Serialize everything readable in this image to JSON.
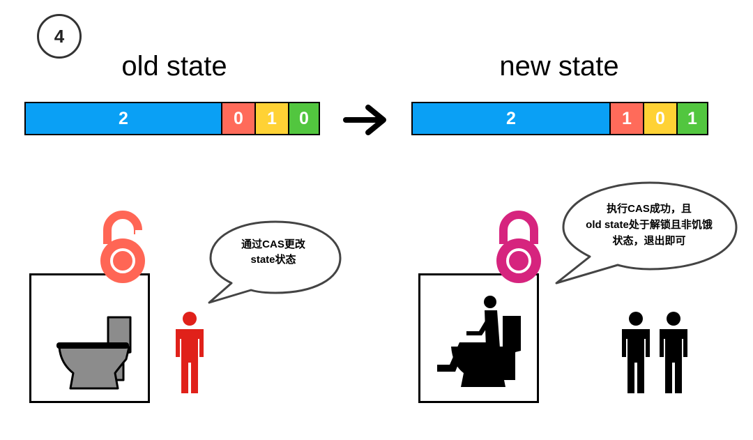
{
  "step": {
    "number": "4"
  },
  "old": {
    "heading": "old state",
    "bar": [
      {
        "value": "2",
        "color": "#0AA0F5"
      },
      {
        "value": "0",
        "color": "#FF6B5A"
      },
      {
        "value": "1",
        "color": "#FFD235"
      },
      {
        "value": "0",
        "color": "#52C63F"
      }
    ],
    "bubble": [
      "通过CAS更改",
      "state状态"
    ],
    "lock_color": "#FF6655",
    "person_color": "#E0211A"
  },
  "new": {
    "heading": "new state",
    "bar": [
      {
        "value": "2",
        "color": "#0AA0F5"
      },
      {
        "value": "1",
        "color": "#FF6B5A"
      },
      {
        "value": "0",
        "color": "#FFD235"
      },
      {
        "value": "1",
        "color": "#52C63F"
      }
    ],
    "bubble": [
      "执行CAS成功，且",
      "old state处于解锁且非饥饿",
      "状态，退出即可"
    ],
    "lock_color": "#D6247E",
    "person_color": "#000000"
  },
  "icons": [
    "open-lock-icon",
    "toilet-icon",
    "person-icon",
    "arrow-right-icon",
    "closed-lock-icon",
    "person-on-toilet-icon"
  ]
}
